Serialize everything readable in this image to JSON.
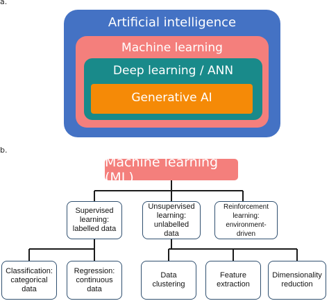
{
  "panel_a": {
    "label": "a.",
    "levels": [
      {
        "text": "Artificial intelligence",
        "color": "#4472c4"
      },
      {
        "text": "Machine learning",
        "color": "#f47f7c"
      },
      {
        "text": "Deep learning / ANN",
        "color": "#198a8a"
      },
      {
        "text": "Generative AI",
        "color": "#f58a07"
      }
    ]
  },
  "panel_b": {
    "label": "b.",
    "root": {
      "text": "Machine learning (ML)",
      "color": "#f47f7c"
    },
    "categories": [
      {
        "line1": "Supervised",
        "line2": "learning:",
        "line3": "labelled data"
      },
      {
        "line1": "Unsupervised",
        "line2": "learning:",
        "line3": "unlabelled data"
      },
      {
        "line1": "Reinforcement",
        "line2": "learning:",
        "line3": "environment-driven"
      }
    ],
    "tasks": [
      {
        "line1": "Classification:",
        "line2": "categorical",
        "line3": "data"
      },
      {
        "line1": "Regression:",
        "line2": "continuous",
        "line3": "data"
      },
      {
        "line1": "Data",
        "line2": "clustering"
      },
      {
        "line1": "Feature",
        "line2": "extraction"
      },
      {
        "line1": "Dimensionality",
        "line2": "reduction"
      }
    ]
  }
}
